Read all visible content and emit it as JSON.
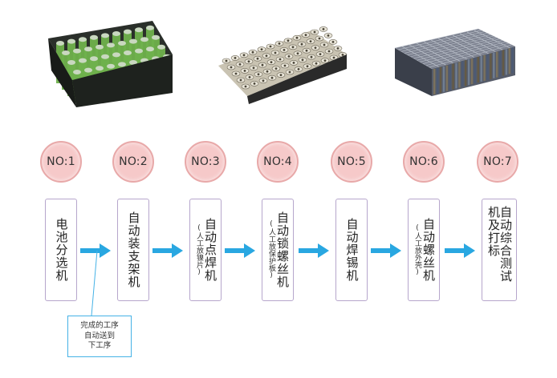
{
  "steps": [
    {
      "no": "NO:1",
      "text": "电池分选机"
    },
    {
      "no": "NO:2",
      "text": "自动装支架机"
    },
    {
      "no": "NO:3",
      "text": "自动点焊机",
      "sub": "(人工放镍片)"
    },
    {
      "no": "NO:4",
      "text": "自动锁螺丝机",
      "sub": "(人工放保护板)"
    },
    {
      "no": "NO:5",
      "text": "自动焊锡机"
    },
    {
      "no": "NO:6",
      "text": "自动螺丝机",
      "sub": "(人工放外壳)"
    },
    {
      "no": "NO:7",
      "text": "自动综合测试机及打标"
    }
  ],
  "note": {
    "line1": "完成的工序",
    "line2": "自动送到",
    "line3": "下工序"
  },
  "colors": {
    "circle_fill": "#f6c9c9",
    "arrow": "#29a7e1",
    "box_border": "#b6a6cc"
  }
}
